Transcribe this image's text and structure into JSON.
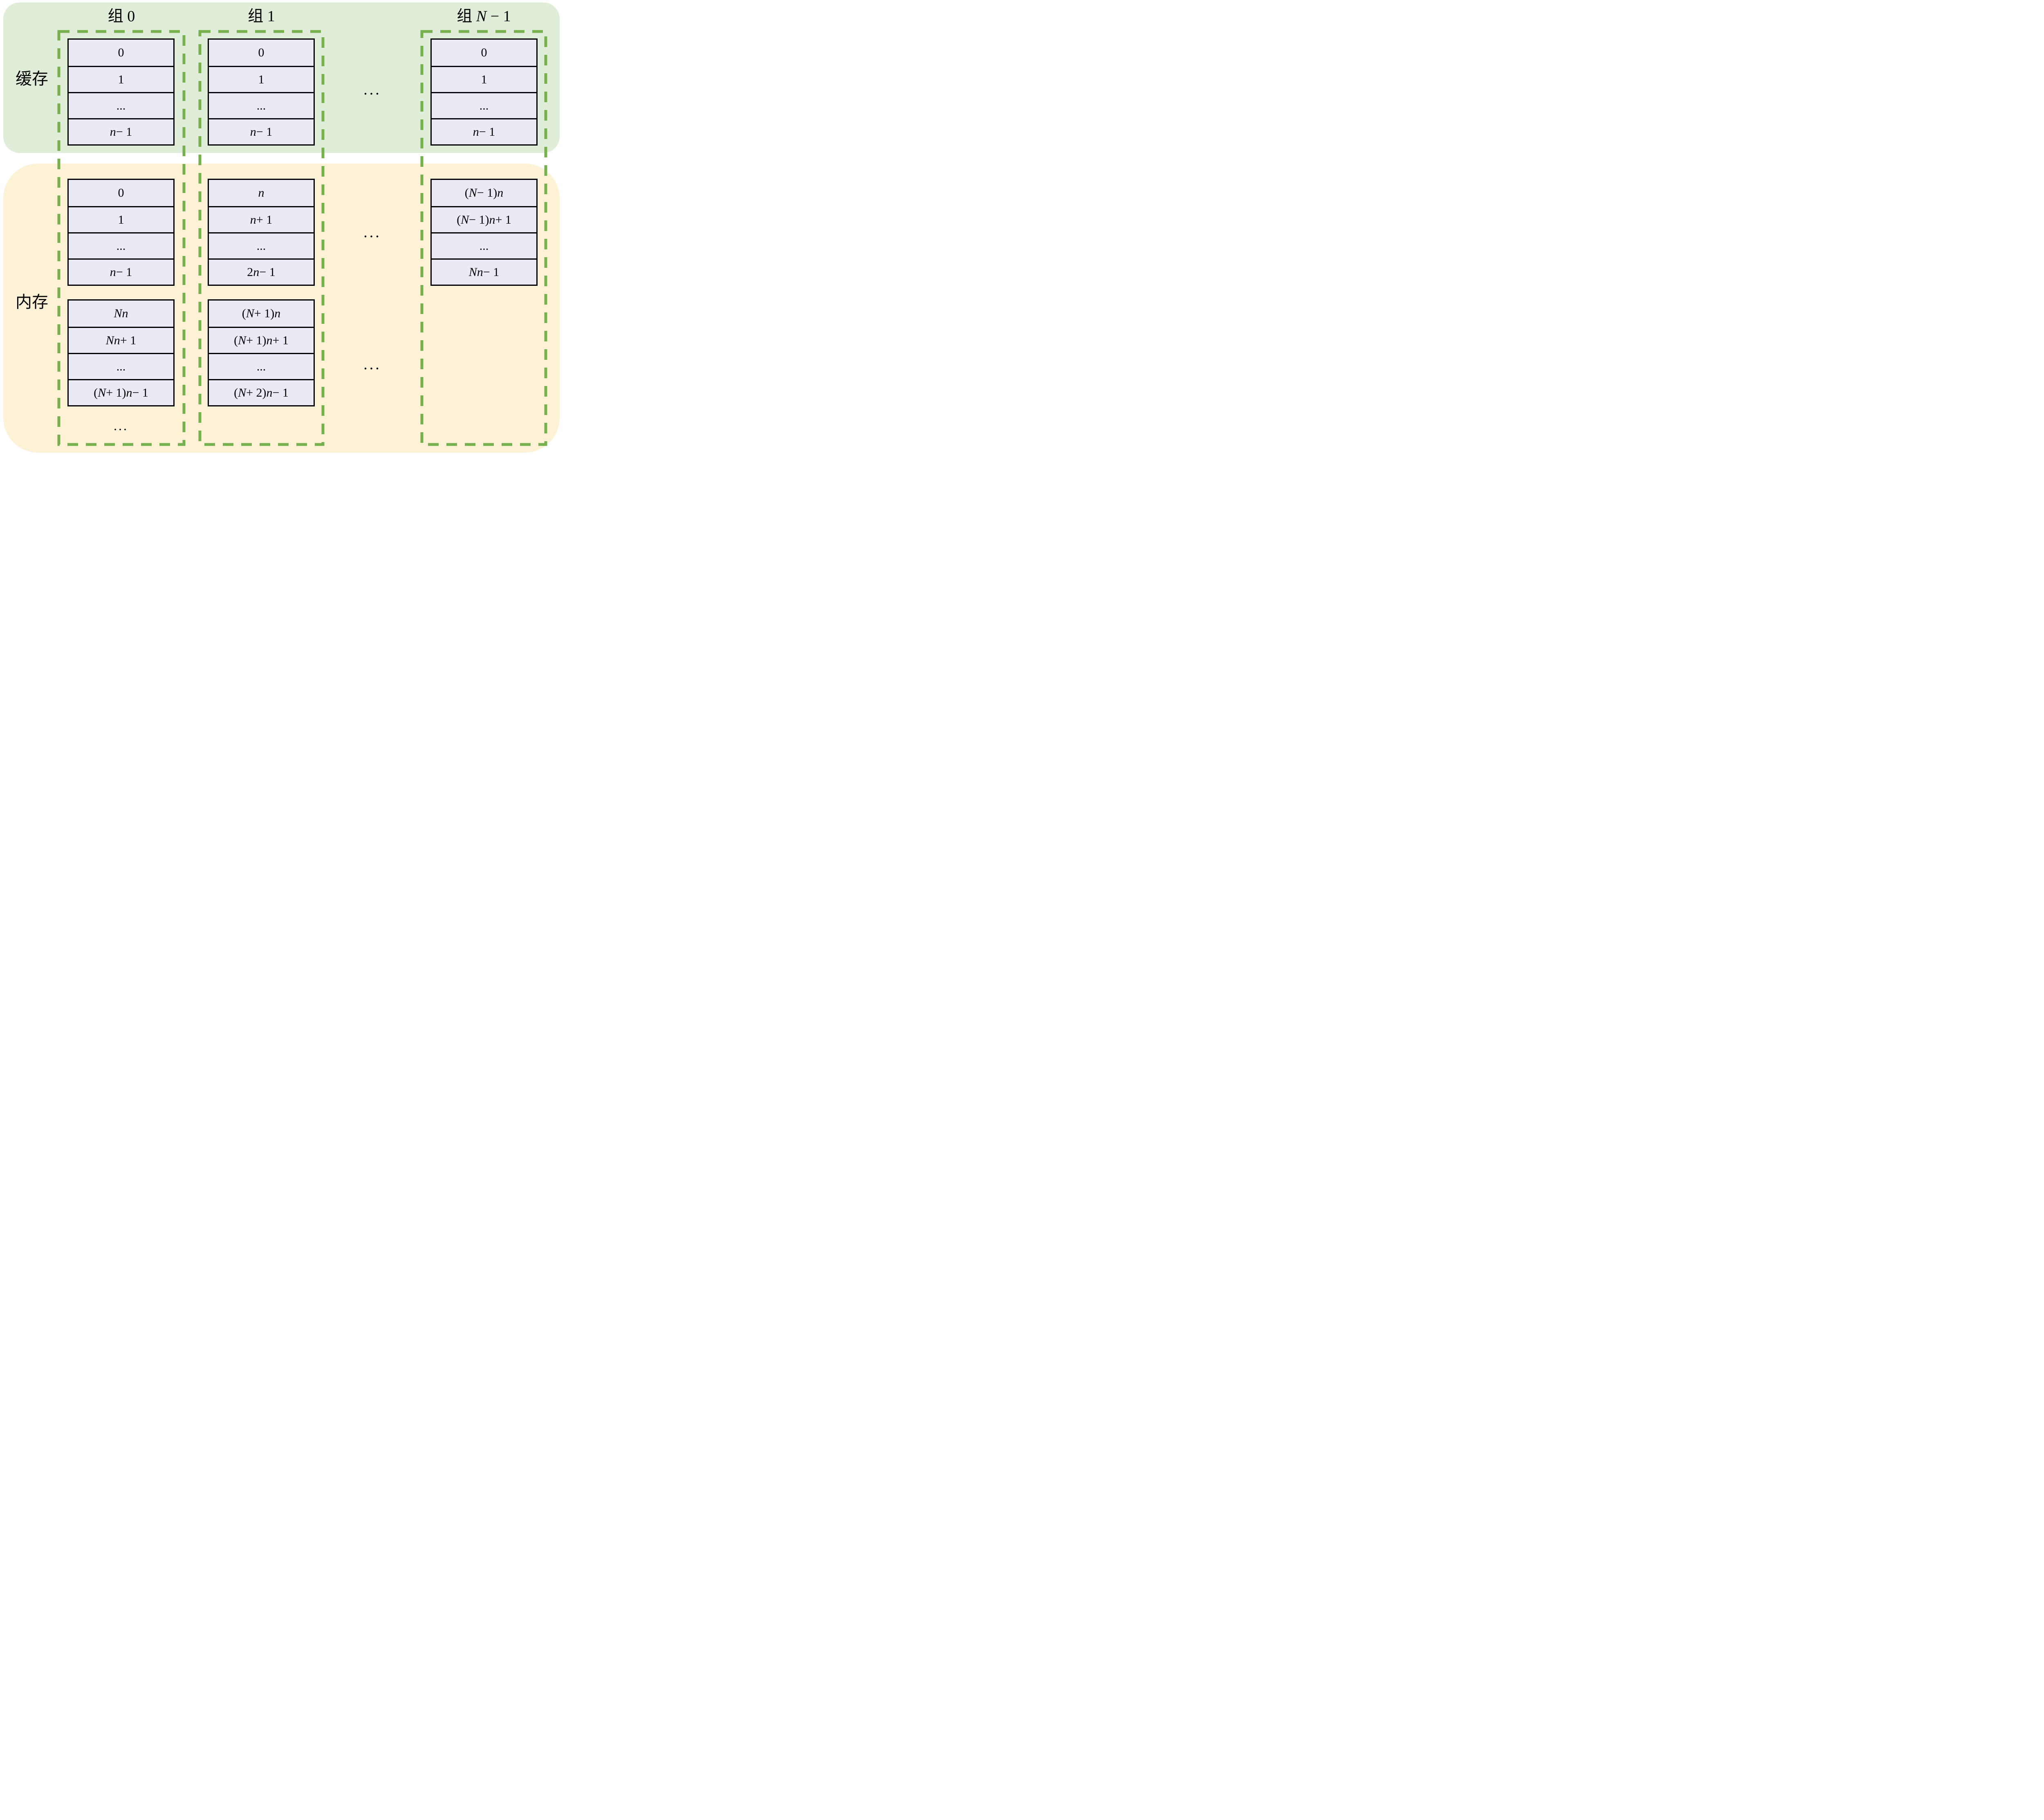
{
  "side_labels": {
    "cache": "缓存",
    "memory": "内存"
  },
  "columns": [
    {
      "group_label": "组 0",
      "cache_rows": [
        "0",
        "1",
        "...",
        "n − 1"
      ],
      "memory_stack1": [
        "0",
        "1",
        "...",
        "n − 1"
      ],
      "memory_stack2": [
        "Nn",
        "Nn + 1",
        "...",
        "(N + 1)n − 1"
      ],
      "bottom_ellipsis": "..."
    },
    {
      "group_label": "组 1",
      "cache_rows": [
        "0",
        "1",
        "...",
        "n − 1"
      ],
      "memory_stack1": [
        "n",
        "n + 1",
        "...",
        "2n − 1"
      ],
      "memory_stack2": [
        "(N + 1)n",
        "(N + 1)n + 1",
        "...",
        "(N + 2)n − 1"
      ]
    },
    {
      "group_label": "组 N − 1",
      "cache_rows": [
        "0",
        "1",
        "...",
        "n − 1"
      ],
      "memory_stack1": [
        "(N − 1)n",
        "(N − 1)n + 1",
        "...",
        "Nn − 1"
      ]
    }
  ],
  "gap_ellipses": {
    "cache_level": "...",
    "memory_upper": "...",
    "memory_lower": "..."
  },
  "colors": {
    "cache_region_bg": "#e0eed9",
    "memory_region_bg": "#fdf2d6",
    "cell_bg": "#e9eaf4",
    "cell_border": "#000000",
    "group_outline": "#77b04e",
    "text": "#000000"
  }
}
